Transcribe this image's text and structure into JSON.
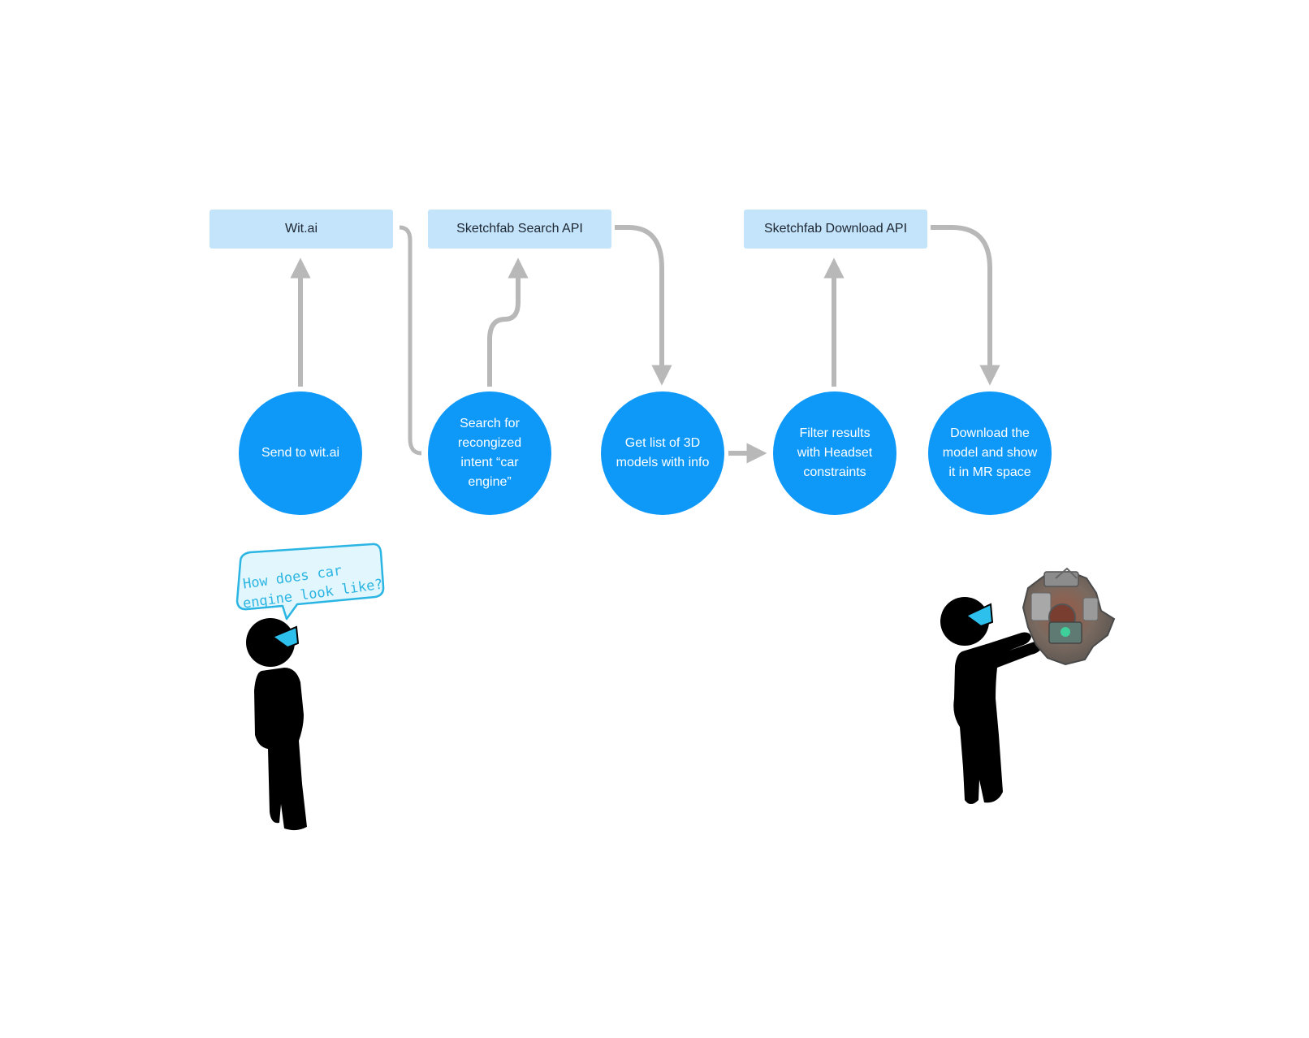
{
  "apis": [
    {
      "label": "Wit.ai"
    },
    {
      "label": "Sketchfab Search API"
    },
    {
      "label": "Sketchfab Download API"
    }
  ],
  "steps": [
    {
      "label": "Send to wit.ai"
    },
    {
      "label": "Search for recongized intent “car engine”"
    },
    {
      "label": "Get list of 3D models with info"
    },
    {
      "label": "Filter results with Headset constraints"
    },
    {
      "label": "Download the model and show it in MR space"
    }
  ],
  "speech_bubble": {
    "line1": "How does car",
    "line2": "engine look like?"
  },
  "colors": {
    "api_box": "#c4e4fb",
    "step_circle": "#0e98f7",
    "arrow": "#b8b8b8",
    "figure": "#000000",
    "headset": "#2ec0ec"
  }
}
